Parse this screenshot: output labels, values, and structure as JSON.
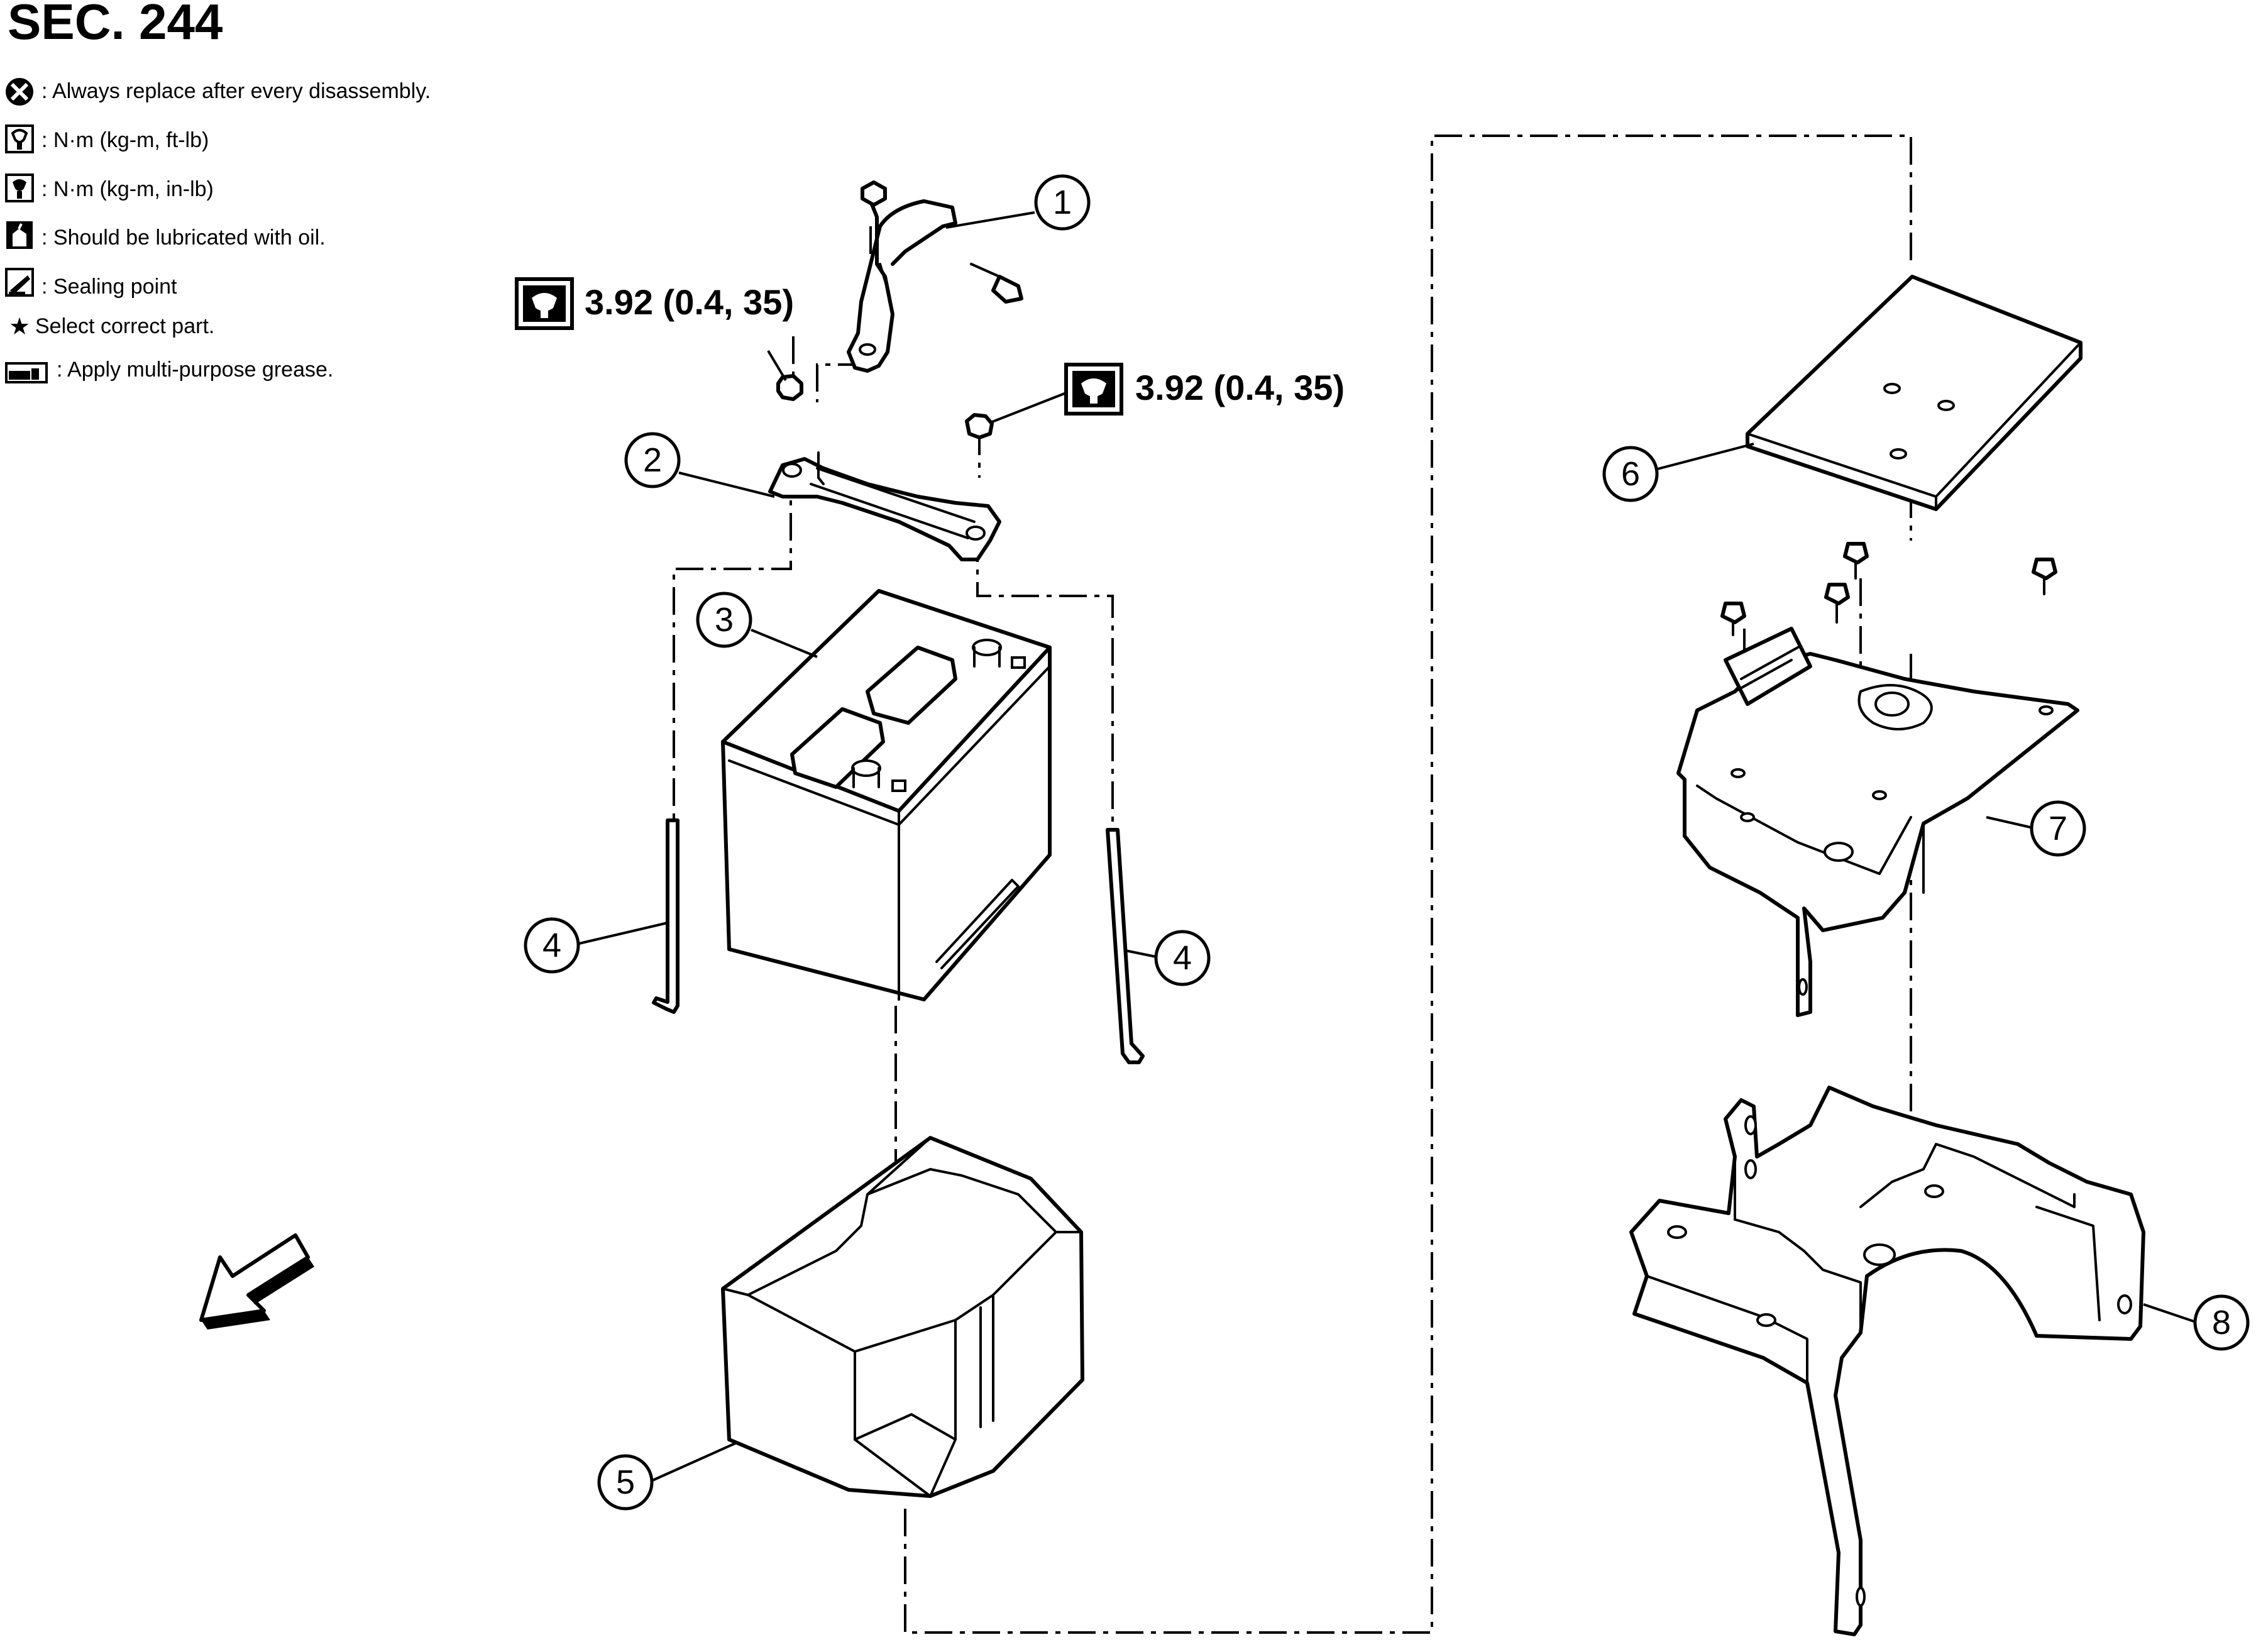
{
  "header": {
    "section": "SEC. 244"
  },
  "legend": [
    {
      "icon": "replace-icon",
      "text": ": Always replace after every disassembly."
    },
    {
      "icon": "torque-ftlb-icon",
      "text": ": N·m (kg-m, ft-lb)"
    },
    {
      "icon": "torque-inlb-icon",
      "text": ": N·m (kg-m, in-lb)"
    },
    {
      "icon": "oil-can-icon",
      "text": ": Should be lubricated with oil."
    },
    {
      "icon": "sealing-icon",
      "text": ": Sealing point"
    },
    {
      "icon": "star-icon",
      "text": "Select correct part."
    },
    {
      "icon": "grease-icon",
      "text": ": Apply multi-purpose grease."
    }
  ],
  "torque_specs": [
    {
      "value": "3.92 (0.4, 35)",
      "icon": "torque-inlb-icon"
    },
    {
      "value": "3.92 (0.4, 35)",
      "icon": "torque-inlb-icon"
    }
  ],
  "callouts": [
    {
      "label": "1"
    },
    {
      "label": "2"
    },
    {
      "label": "3"
    },
    {
      "label": "4"
    },
    {
      "label": "4"
    },
    {
      "label": "5"
    },
    {
      "label": "6"
    },
    {
      "label": "7"
    },
    {
      "label": "8"
    }
  ],
  "icons": {
    "front_arrow": "front-direction-arrow-icon"
  }
}
